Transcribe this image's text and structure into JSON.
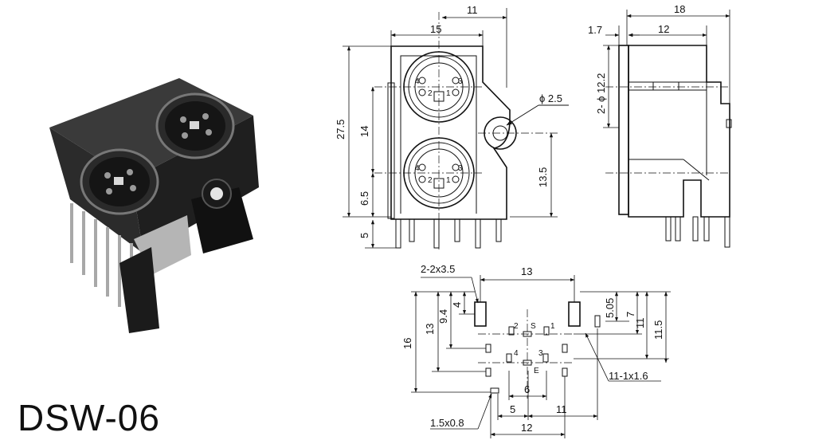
{
  "product": {
    "model": "DSW-06"
  },
  "front_view": {
    "dims": {
      "width_top": "11",
      "width_socket": "15",
      "hole_dia": "ϕ 2.5",
      "height_total": "27.5",
      "pitch": "14",
      "lower_offset": "6.5",
      "pin_length": "5",
      "hole_height": "13.5"
    },
    "pins": {
      "p4": "4",
      "p3": "3",
      "p2": "2",
      "p1": "1"
    }
  },
  "side_view": {
    "dims": {
      "depth_total": "18",
      "front_offset": "1.7",
      "body_depth": "12",
      "boss_dia": "2- ϕ 12.2"
    }
  },
  "footprint": {
    "dims": {
      "slot_size": "2-2x3.5",
      "slot_span": "13",
      "row4": "4",
      "row9_4": "9.4",
      "row13": "13",
      "row16": "16",
      "r5_05": "5.05",
      "r7": "7",
      "r11": "11",
      "r11_5": "11.5",
      "pin_pad": "11-1x1.6",
      "small_pad": "1.5x0.8",
      "b6": "6",
      "b5": "5",
      "b11": "11",
      "b12": "12"
    },
    "pins": {
      "p2": "2",
      "pS": "S",
      "p1": "1",
      "p4": "4",
      "p3": "3",
      "pE": "E"
    }
  }
}
